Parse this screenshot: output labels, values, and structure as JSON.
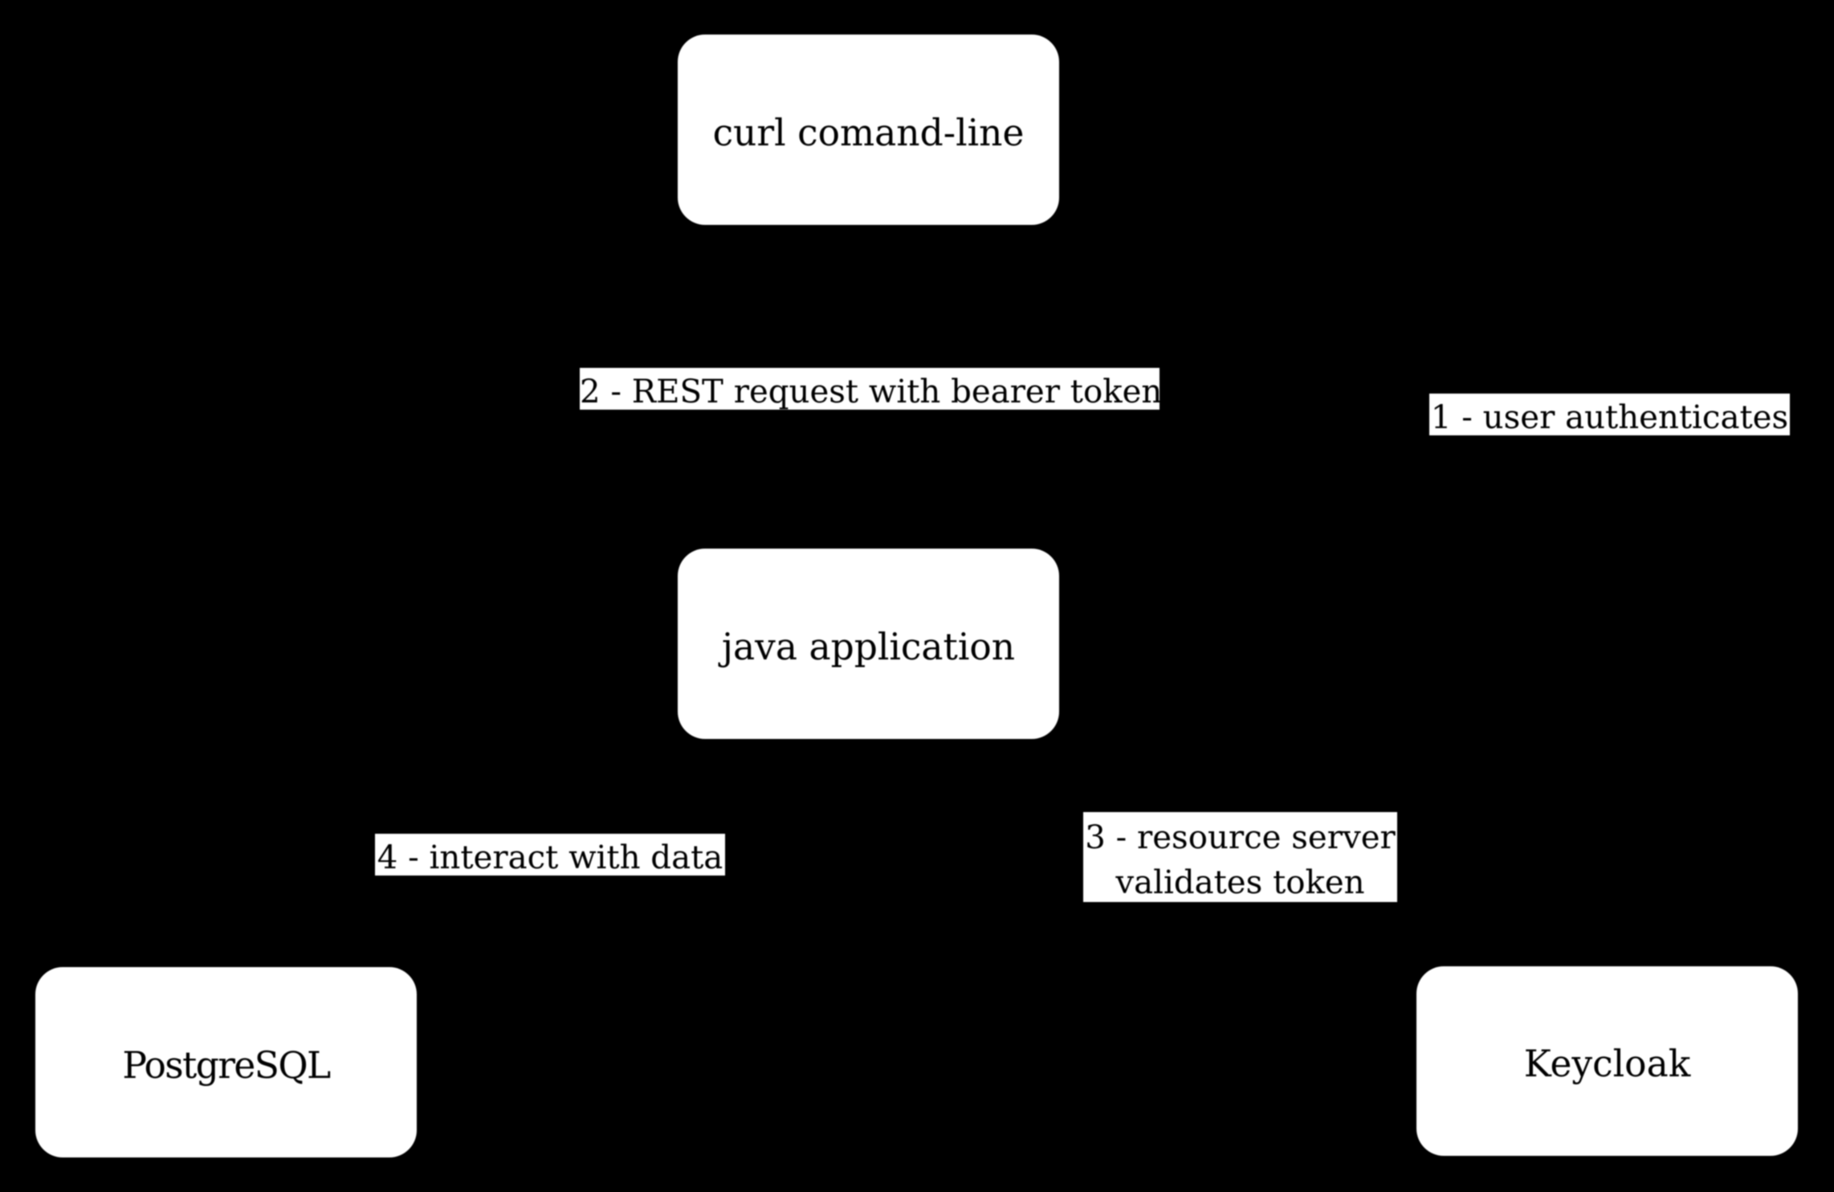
{
  "diagram": {
    "background_color": "#000000",
    "node_fill_color": "#ffffff",
    "text_color": "#000000",
    "nodes": {
      "curl": {
        "label": "curl comand-line"
      },
      "java": {
        "label": "java application"
      },
      "postgresql": {
        "label": "PostgreSQL"
      },
      "keycloak": {
        "label": "Keycloak"
      }
    },
    "edge_labels": {
      "step1": {
        "text": "1 - user authenticates"
      },
      "step2": {
        "text": "2 - REST request with bearer token"
      },
      "step3": {
        "line1": "3 - resource server",
        "line2": "validates token"
      },
      "step4": {
        "text": "4 - interact with data"
      }
    }
  }
}
